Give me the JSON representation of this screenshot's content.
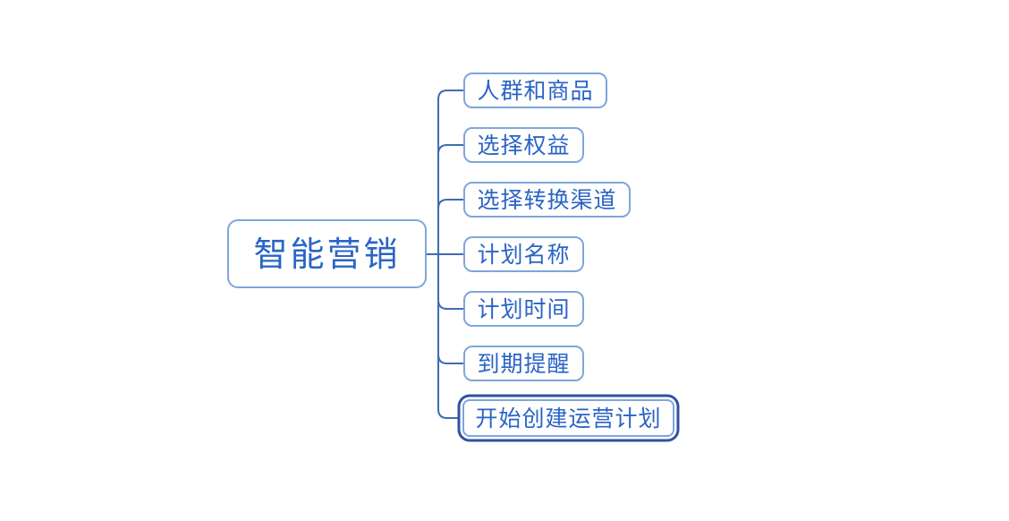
{
  "diagram": {
    "type": "mindmap",
    "root": {
      "label": "智能营销"
    },
    "children": [
      {
        "label": "人群和商品",
        "selected": false
      },
      {
        "label": "选择权益",
        "selected": false
      },
      {
        "label": "选择转换渠道",
        "selected": false
      },
      {
        "label": "计划名称",
        "selected": false
      },
      {
        "label": "计划时间",
        "selected": false
      },
      {
        "label": "到期提醒",
        "selected": false
      },
      {
        "label": "开始创建运营计划",
        "selected": true
      }
    ],
    "colors": {
      "node_border": "#7ea6dc",
      "node_text": "#2a64c5",
      "connector_line": "#3e6cb2",
      "selected_outline": "#31529f",
      "canvas_background": "#ffffff"
    }
  }
}
